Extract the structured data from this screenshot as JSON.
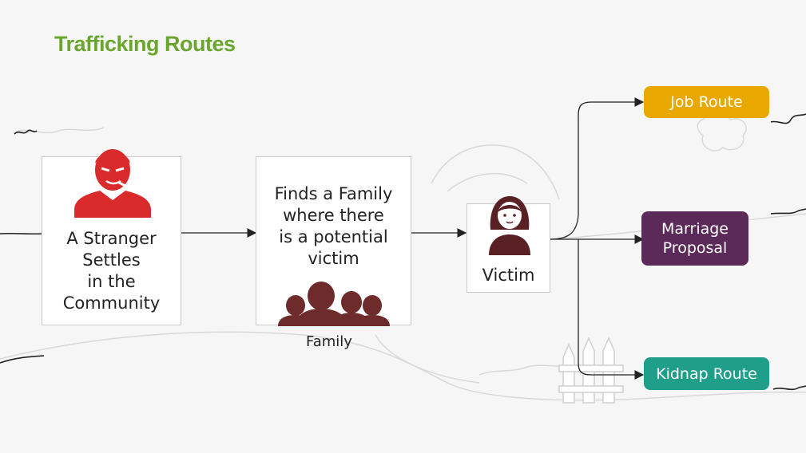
{
  "slide": {
    "title": "Trafficking Routes"
  },
  "nodes": {
    "stranger": {
      "label_lines": [
        "A Stranger",
        "Settles",
        "in the",
        "Community"
      ]
    },
    "family": {
      "label_lines": [
        "Finds a Family",
        "where there",
        "is a potential",
        "victim"
      ],
      "caption": "Family"
    },
    "victim": {
      "label": "Victim"
    }
  },
  "routes": [
    {
      "label": "Job Route",
      "color": "#e8a800"
    },
    {
      "label": "Marriage Proposal",
      "color": "#5b2a58"
    },
    {
      "label": "Kidnap Route",
      "color": "#1f9e8a"
    }
  ],
  "colors": {
    "stranger_icon": "#d92b2b",
    "family_icon": "#6e2b2b",
    "victim_icon": "#5a2125",
    "connector": "#222222"
  }
}
